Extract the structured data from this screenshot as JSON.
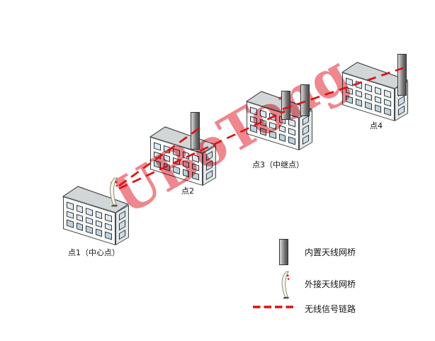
{
  "diagram": {
    "nodes": [
      {
        "id": "point1",
        "label": "点1（中心点）",
        "role": "center",
        "antenna": "external"
      },
      {
        "id": "point2",
        "label": "点2",
        "role": "node",
        "antenna": "builtin"
      },
      {
        "id": "point3",
        "label": "点3（中继点）",
        "role": "relay",
        "antenna": "builtin-dual"
      },
      {
        "id": "point4",
        "label": "点4",
        "role": "node",
        "antenna": "builtin"
      }
    ],
    "links": [
      {
        "from": "point1",
        "to": "point2",
        "type": "wireless"
      },
      {
        "from": "point1",
        "to": "point3",
        "type": "wireless"
      },
      {
        "from": "point3",
        "to": "point4",
        "type": "wireless"
      }
    ]
  },
  "legend": {
    "items": [
      {
        "icon": "builtin-antenna-bridge-icon",
        "label": "内置天线网桥"
      },
      {
        "icon": "external-antenna-bridge-icon",
        "label": "外接天线网桥"
      },
      {
        "icon": "wireless-signal-link-icon",
        "label": "无线信号链路"
      }
    ]
  },
  "watermark": {
    "text": "UBoTong"
  },
  "colors": {
    "link": "#dc1212",
    "watermark": "#e23642",
    "pole": "#6f6f6f"
  }
}
